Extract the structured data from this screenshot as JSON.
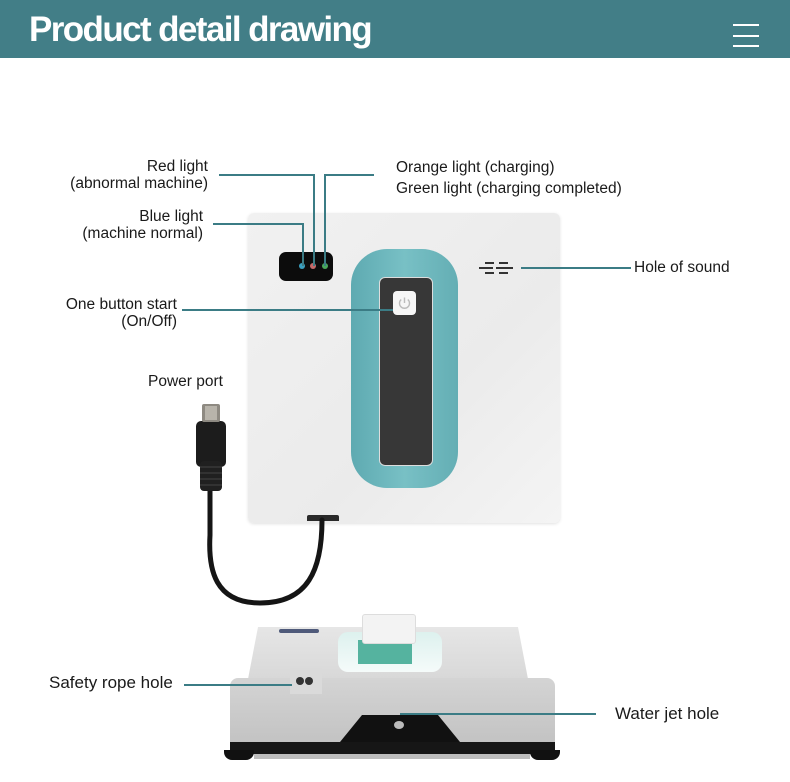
{
  "header": {
    "title": "Product detail drawing",
    "menu_icon": "hamburger-menu-icon",
    "background_color": "#427e87"
  },
  "callouts": {
    "red_light": {
      "line1": "Red light",
      "line2": "(abnormal machine)"
    },
    "blue_light": {
      "line1": "Blue light",
      "line2": "(machine normal)"
    },
    "orange_light": {
      "text": "Orange light (charging)"
    },
    "green_light": {
      "text": "Green light (charging completed)"
    },
    "sound_hole": {
      "text": "Hole of sound"
    },
    "power_button": {
      "line1": "One button start",
      "line2": "(On/Off)"
    },
    "power_port": {
      "text": "Power port"
    },
    "safety_rope": {
      "text": "Safety rope hole"
    },
    "water_jet": {
      "text": "Water jet hole"
    }
  },
  "colors": {
    "leader_line": "#3b7c85",
    "handle_teal": "#6db7bd",
    "led_blue": "#3aa0c0",
    "led_red": "#c46a6a",
    "led_green": "#4aa65a"
  }
}
